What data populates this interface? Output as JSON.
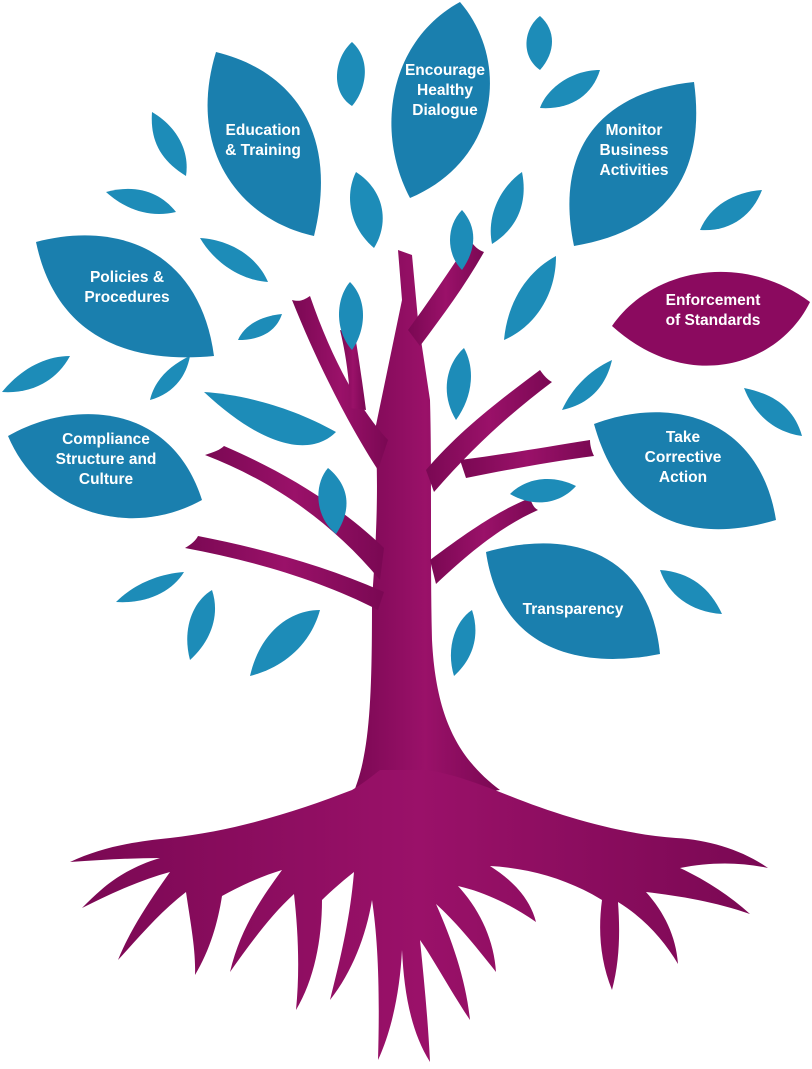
{
  "colors": {
    "leaf_blue": "#1a7fae",
    "leaf_small_blue": "#1d8cb8",
    "accent_purple": "#8b0a5f",
    "tree_purple": "#8b0a5f",
    "background": "#ffffff"
  },
  "leaves": [
    {
      "id": "education-training",
      "lines": [
        "Education",
        "& Training"
      ],
      "color": "blue"
    },
    {
      "id": "encourage-healthy-dialogue",
      "lines": [
        "Encourage",
        "Healthy",
        "Dialogue"
      ],
      "color": "blue"
    },
    {
      "id": "monitor-business-activities",
      "lines": [
        "Monitor",
        "Business",
        "Activities"
      ],
      "color": "blue"
    },
    {
      "id": "policies-procedures",
      "lines": [
        "Policies &",
        "Procedures"
      ],
      "color": "blue"
    },
    {
      "id": "enforcement-of-standards",
      "lines": [
        "Enforcement",
        "of Standards"
      ],
      "color": "purple"
    },
    {
      "id": "compliance-structure-culture",
      "lines": [
        "Compliance",
        "Structure and",
        "Culture"
      ],
      "color": "blue"
    },
    {
      "id": "take-corrective-action",
      "lines": [
        "Take",
        "Corrective",
        "Action"
      ],
      "color": "blue"
    },
    {
      "id": "transparency",
      "lines": [
        "Transparency"
      ],
      "color": "blue"
    }
  ]
}
